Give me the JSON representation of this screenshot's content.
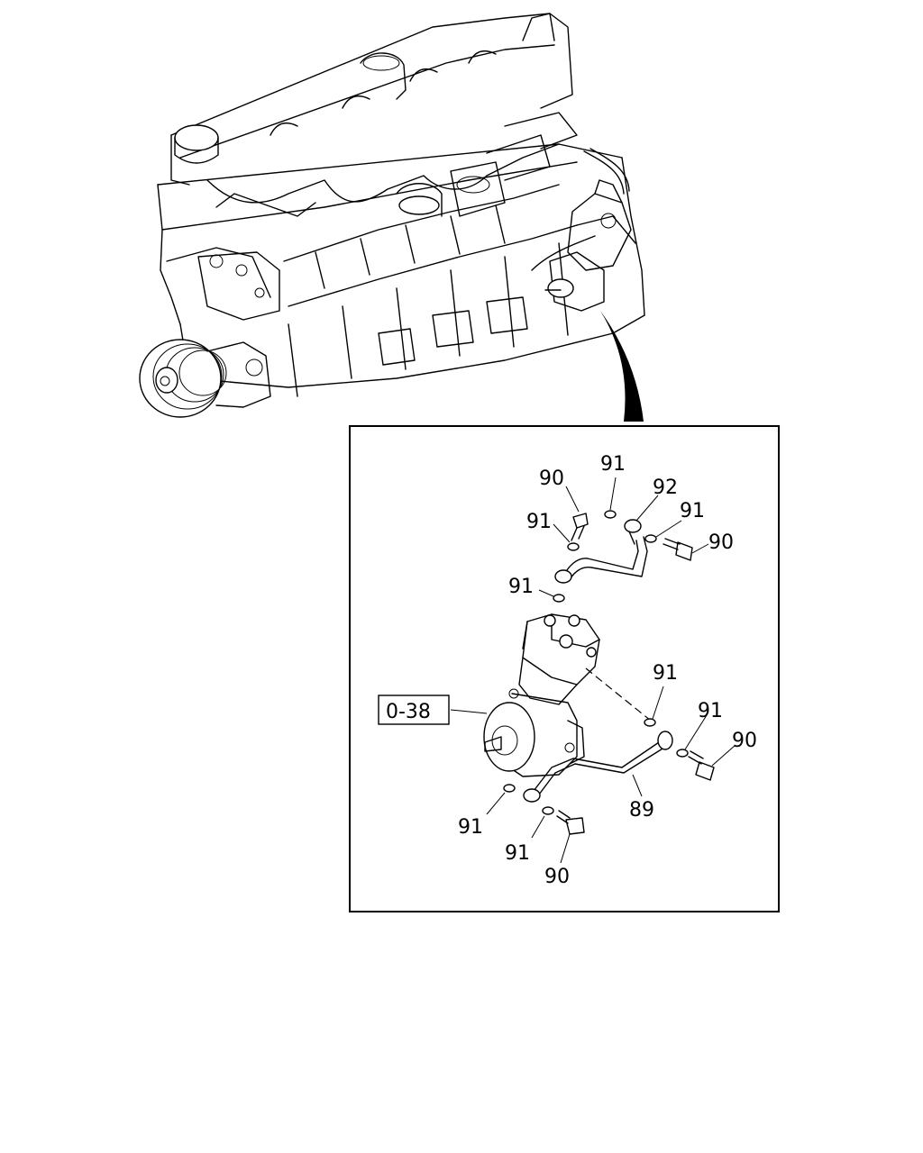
{
  "labels": {
    "ref_0_38": "0-38",
    "l90_a": "90",
    "l91_a": "91",
    "l92": "92",
    "l91_b": "91",
    "l90_b": "90",
    "l91_c": "91",
    "l91_d": "91",
    "l91_e": "91",
    "l91_f": "91",
    "l90_c": "90",
    "l89": "89",
    "l91_g": "91",
    "l91_h": "91",
    "l90_d": "90"
  }
}
